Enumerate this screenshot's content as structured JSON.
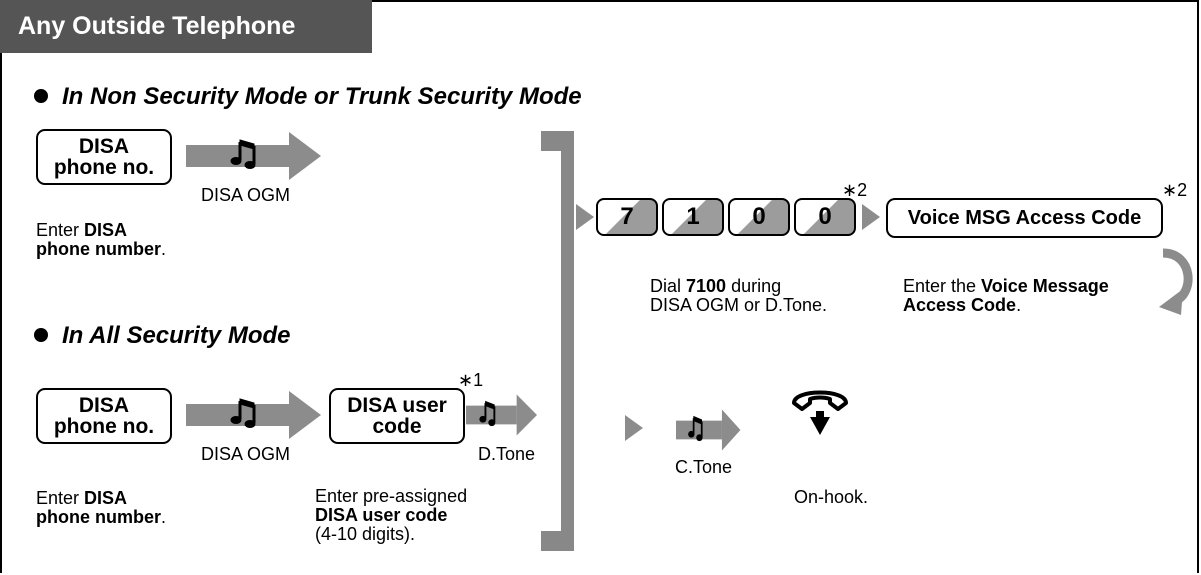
{
  "header": {
    "title": "Any Outside Telephone"
  },
  "modes": {
    "non_security": "In Non Security Mode or Trunk Security Mode",
    "all_security": "In All Security Mode"
  },
  "step_disa_phone": {
    "box_label": "DISA\nphone no.",
    "tone_label": "DISA OGM",
    "desc_prefix": "Enter ",
    "desc_bold": "DISA\nphone number",
    "desc_suffix": "."
  },
  "step_user_code": {
    "box_label": "DISA user\ncode",
    "footnote": "∗1",
    "tone_label": "D.Tone",
    "desc_line1": "Enter pre-assigned",
    "desc_bold": "DISA user code",
    "desc_line3": "(4-10 digits)."
  },
  "step_dial": {
    "keys": [
      "7",
      "1",
      "0",
      "0"
    ],
    "footnote": "∗2",
    "desc_prefix": "Dial ",
    "desc_bold": "7100",
    "desc_suffix": " during",
    "desc_line2": "DISA OGM or D.Tone."
  },
  "step_voice": {
    "box_label": "Voice MSG Access Code",
    "footnote": "∗2",
    "desc_prefix": "Enter the ",
    "desc_bold1": "Voice Message",
    "desc_bold2": "Access Code",
    "desc_suffix": "."
  },
  "step_tone": {
    "tone_label": "C.Tone"
  },
  "step_onhook": {
    "label": "On-hook."
  },
  "icons": [
    "music-note-icon",
    "handset-on-hook-icon",
    "loop-arrow-icon"
  ],
  "colors": {
    "tab": "#555555",
    "arrow": "#8c8c8c",
    "bracket": "#888888",
    "key_shade": "#9c9c9c"
  }
}
